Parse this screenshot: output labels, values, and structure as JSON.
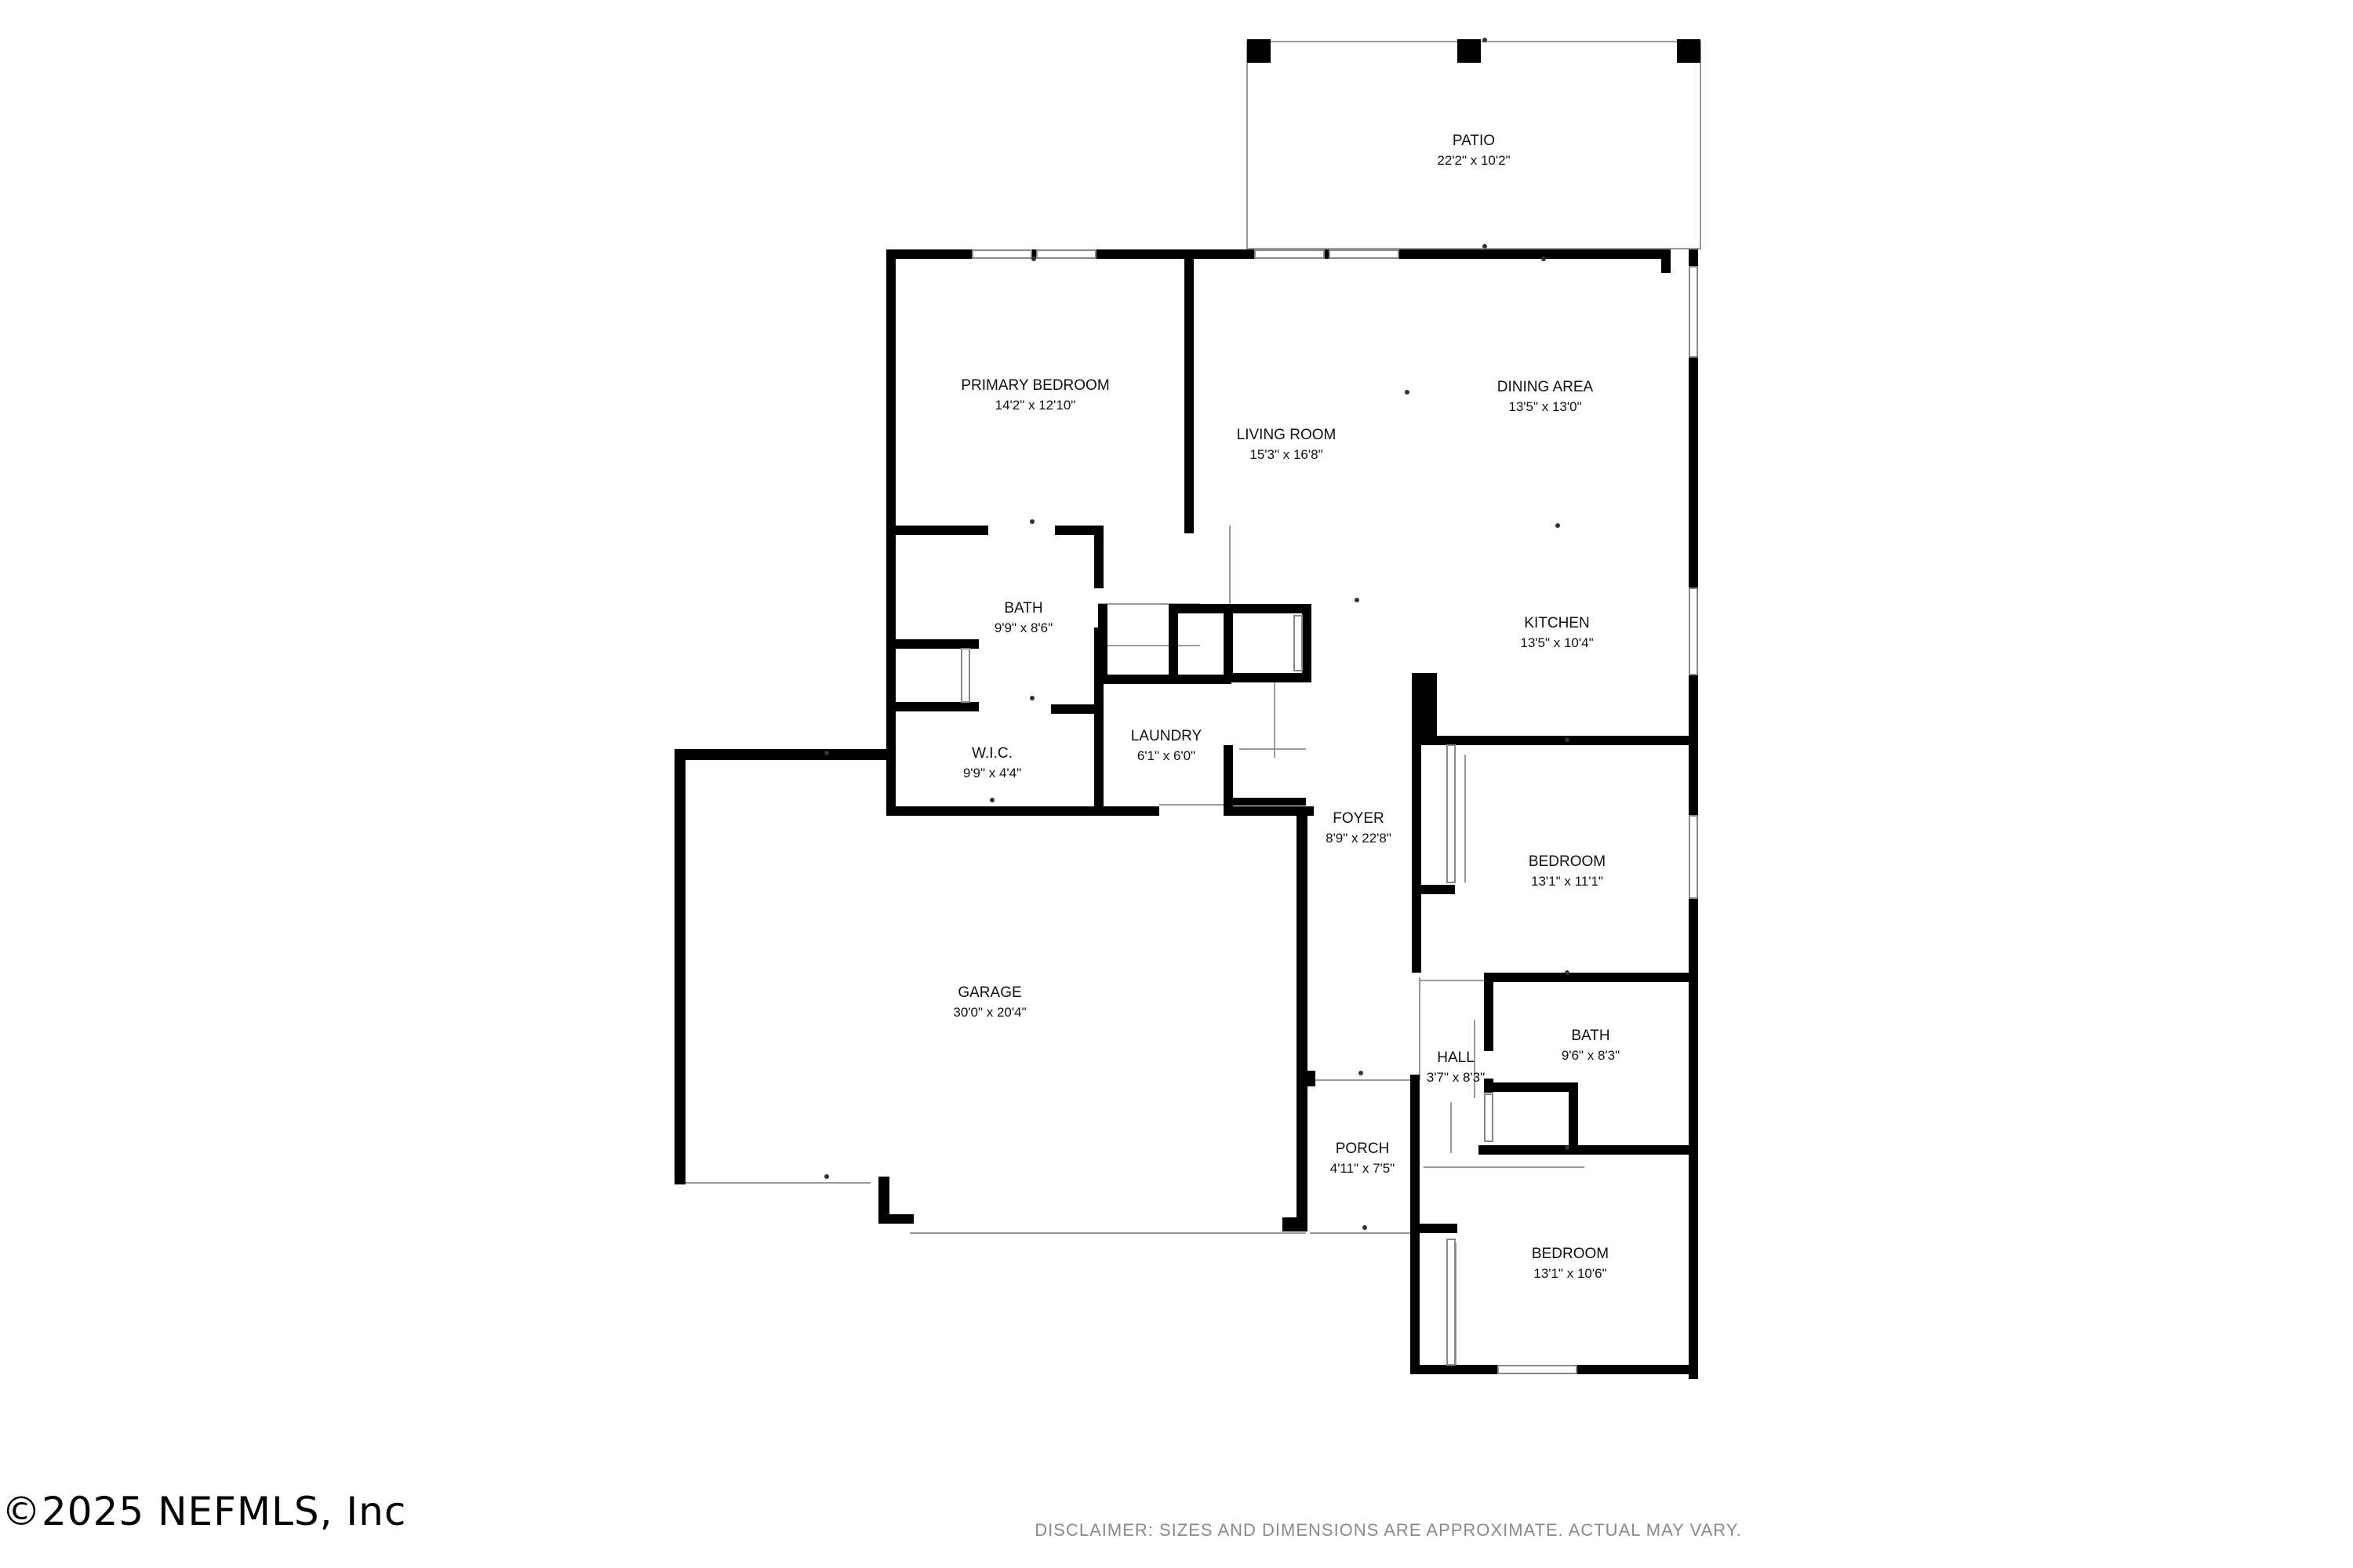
{
  "rooms": [
    {
      "id": "patio",
      "name": "PATIO",
      "dims": "22'2\" x 10'2\""
    },
    {
      "id": "primary-bedroom",
      "name": "PRIMARY BEDROOM",
      "dims": "14'2\" x 12'10\""
    },
    {
      "id": "living-room",
      "name": "LIVING ROOM",
      "dims": "15'3\" x 16'8\""
    },
    {
      "id": "dining-area",
      "name": "DINING AREA",
      "dims": "13'5\" x 13'0\""
    },
    {
      "id": "bath-1",
      "name": "BATH",
      "dims": "9'9\" x 8'6\""
    },
    {
      "id": "kitchen",
      "name": "KITCHEN",
      "dims": "13'5\" x 10'4\""
    },
    {
      "id": "laundry",
      "name": "LAUNDRY",
      "dims": "6'1\" x 6'0\""
    },
    {
      "id": "wic",
      "name": "W.I.C.",
      "dims": "9'9\" x 4'4\""
    },
    {
      "id": "foyer",
      "name": "FOYER",
      "dims": "8'9\" x 22'8\""
    },
    {
      "id": "bedroom-2",
      "name": "BEDROOM",
      "dims": "13'1\" x 11'1\""
    },
    {
      "id": "garage",
      "name": "GARAGE",
      "dims": "30'0\" x 20'4\""
    },
    {
      "id": "bath-2",
      "name": "BATH",
      "dims": "9'6\" x 8'3\""
    },
    {
      "id": "hall",
      "name": "HALL",
      "dims": "3'7\" x 8'3\""
    },
    {
      "id": "porch",
      "name": "PORCH",
      "dims": "4'11\" x 7'5\""
    },
    {
      "id": "bedroom-3",
      "name": "BEDROOM",
      "dims": "13'1\" x 10'6\""
    }
  ],
  "copyright": "©2025 NEFMLS, Inc",
  "disclaimer": "DISCLAIMER: SIZES AND DIMENSIONS ARE APPROXIMATE. ACTUAL MAY VARY."
}
